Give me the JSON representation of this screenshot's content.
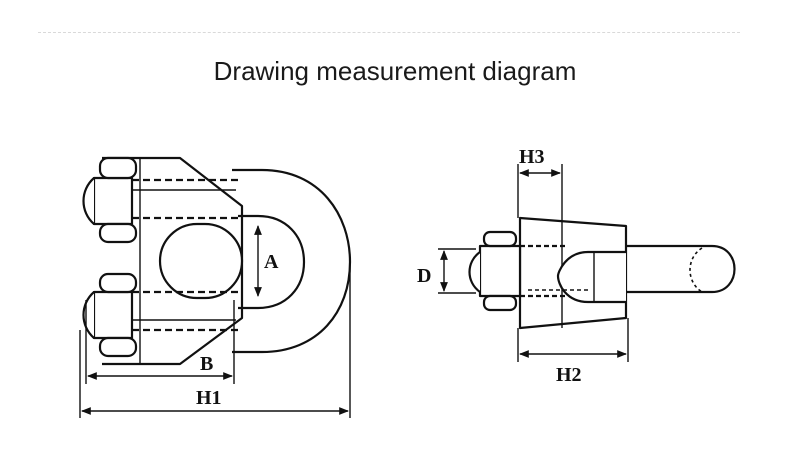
{
  "title": "Drawing measurement diagram",
  "labels": {
    "a": "A",
    "b": "B",
    "h1": "H1",
    "h2": "H2",
    "h3": "H3",
    "d": "D"
  }
}
